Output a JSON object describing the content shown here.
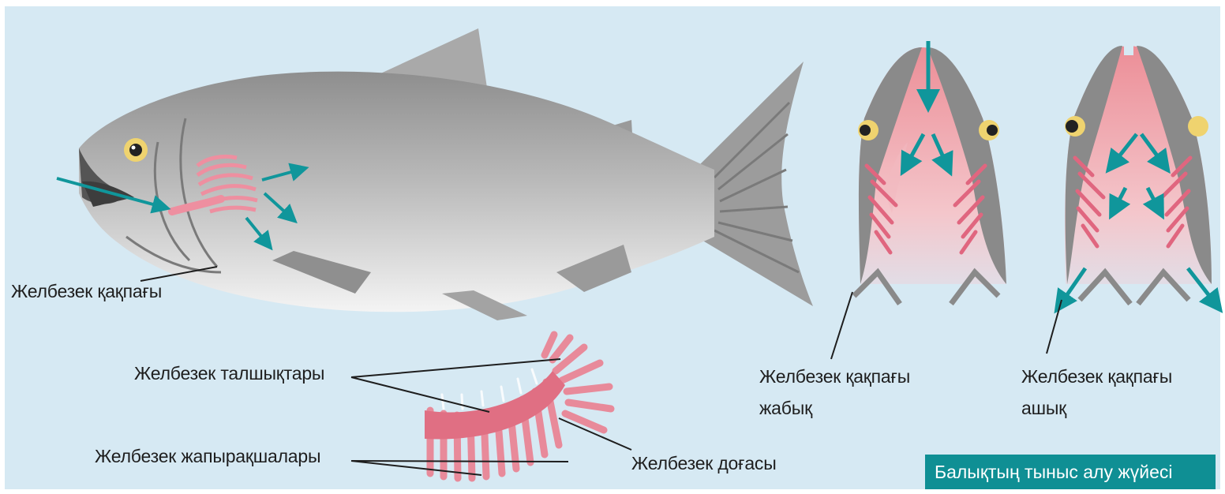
{
  "labels": {
    "operculum": "Желбезек қақпағы",
    "rakers": "Желбезек талшықтары",
    "filaments": "Желбезек жапырақшалары",
    "arch": "Желбезек доғасы",
    "closed_line1": "Желбезек қақпағы",
    "closed_line2": "жабық",
    "open_line1": "Желбезек қақпағы",
    "open_line2": "ашық"
  },
  "caption": "Балықтың тыныс алу жүйесі",
  "colors": {
    "background": "#d6e9f3",
    "fish_body": "#bdbdbd",
    "fish_dark": "#7d7d7d",
    "gill_pink": "#e88a9a",
    "mouth_pink": "#f0a2a8",
    "arrow_teal": "#10969b",
    "caption_bg": "#0f8f94",
    "eye_yellow": "#efd36f"
  }
}
